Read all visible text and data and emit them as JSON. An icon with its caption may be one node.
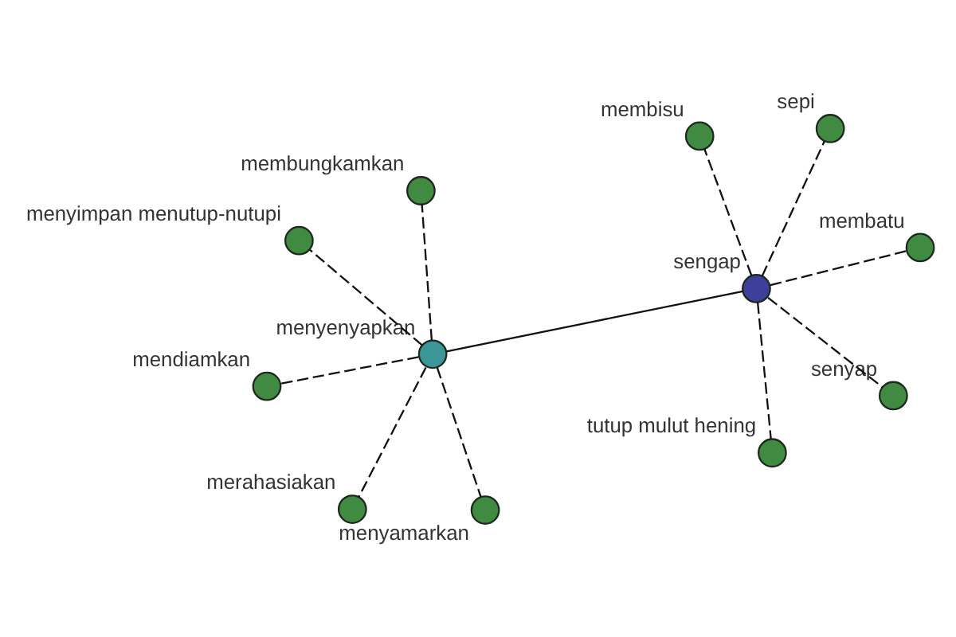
{
  "diagram": {
    "nodes": [
      {
        "text": [
          "menyenyapkan"
        ]
      },
      {
        "text": [
          "merahasiakan"
        ]
      },
      {
        "text": [
          "menyamarkan"
        ]
      },
      {
        "text": [
          "menyimpan menutup-nutupi"
        ]
      },
      {
        "text": [
          "mendiamkan"
        ]
      },
      {
        "text": [
          "membungkamkan"
        ]
      },
      {
        "text": [
          "sengap"
        ]
      },
      {
        "text": [
          "membisu"
        ]
      },
      {
        "text": [
          "tutup mulut hening"
        ]
      },
      {
        "text": [
          "senyap"
        ]
      },
      {
        "text": [
          "sepi"
        ]
      },
      {
        "text": [
          "membatu"
        ]
      }
    ],
    "edges": [
      {
        "from": 0,
        "to": 1,
        "arrow": "none",
        "style": "dashed"
      },
      {
        "from": 0,
        "to": 2,
        "arrow": "none",
        "style": "dashed"
      },
      {
        "from": 0,
        "to": 3,
        "arrow": "none",
        "style": "dashed"
      },
      {
        "from": 0,
        "to": 4,
        "arrow": "none",
        "style": "dashed"
      },
      {
        "from": 0,
        "to": 5,
        "arrow": "none",
        "style": "dashed"
      },
      {
        "from": 0,
        "to": 6,
        "arrow": "none"
      },
      {
        "from": 6,
        "to": 7,
        "arrow": "none",
        "style": "dashed"
      },
      {
        "from": 6,
        "to": 8,
        "arrow": "none",
        "style": "dashed"
      },
      {
        "from": 6,
        "to": 9,
        "arrow": "none",
        "style": "dashed"
      },
      {
        "from": 6,
        "to": 10,
        "arrow": "none",
        "style": "dashed"
      },
      {
        "from": 6,
        "to": 11,
        "arrow": "none",
        "style": "dashed"
      }
    ]
  }
}
